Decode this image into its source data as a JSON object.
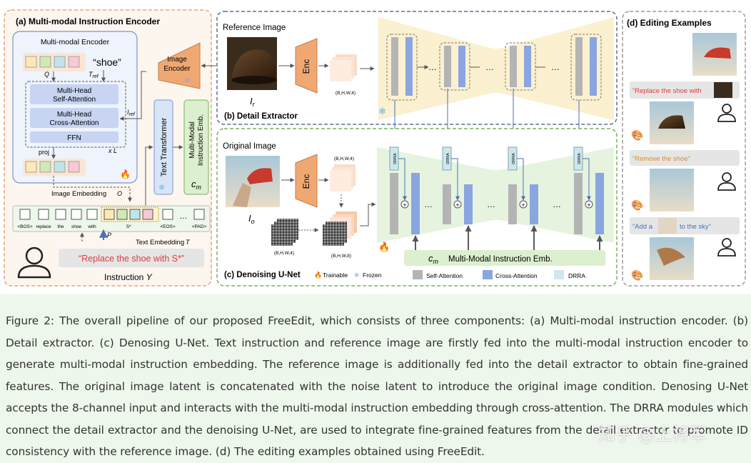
{
  "colors": {
    "background": "#eef7ec",
    "panel_a_border": "#e7a47a",
    "panel_b_border": "#5d6f9a",
    "panel_c_border": "#79b15d",
    "panel_d_border": "#9a9a9a",
    "encoder_box": "#f0a873",
    "self_attention": "#b4b4b4",
    "cross_attention": "#8aa6e0",
    "drra": "#cfe6ef",
    "instruction_text": "#d94040",
    "example_red": "#d94040",
    "example_orange": "#e08a2c",
    "example_blue": "#4a6fbf"
  },
  "panel_a": {
    "title": "(a) Multi-modal Instruction Encoder",
    "encoder_label": "Multi-modal Encoder",
    "shoe_token": "“shoe”",
    "q": "Q",
    "t_ref": "T",
    "t_ref_sub": "ref",
    "i_ref": "I",
    "i_ref_sub": "ref",
    "self_attn": [
      "Multi-Head",
      "Self-Attention"
    ],
    "cross_attn": [
      "Multi-Head",
      "Cross-Attention"
    ],
    "ffn": "FFN",
    "xl": "x L",
    "proj": "proj",
    "image_embedding": "Image Embedding",
    "o": "O",
    "image_encoder": [
      "Image",
      "Encoder"
    ],
    "text_transformer": "Text Transformer",
    "instruction_emb": [
      "Multi-Modal",
      "Instruction Emb."
    ],
    "cm": "c",
    "cm_sub": "m",
    "tokens": [
      "<BOS>",
      "replace",
      "the",
      "shoe",
      "with",
      "S*",
      "<EOS>",
      "…",
      "<PAD>"
    ],
    "p": "P",
    "text_embedding": "Text Embedding",
    "t": "T",
    "instruction_quote": "“Replace the  shoe with S*”",
    "instruction_label": "Instruction",
    "instruction_y": "Y"
  },
  "panel_b": {
    "reference_image": "Reference Image",
    "enc": "Enc",
    "shape": "(B,H,W,4)",
    "i_r": "I",
    "i_r_sub": "r",
    "title": "(b) Detail Extractor",
    "dots": "…"
  },
  "panel_c": {
    "original_image": "Original Image",
    "enc": "Enc",
    "shape_top": "(B,H,W,4)",
    "shape_noise": "(B,H,W,4)",
    "shape_concat": "(B,H,W,8)",
    "i_o": "I",
    "i_o_sub": "o",
    "title": "(c) Denoising U-Net",
    "drra": "DRRA",
    "plus": "+",
    "dots": "…",
    "cm": "c",
    "cm_sub": "m",
    "instruction_emb": "Multi-Modal Instruction Emb.",
    "legend_trainable": "Trainable",
    "legend_frozen": "Frozen",
    "legend_self": "Self-Attention",
    "legend_cross": "Cross-Attention",
    "legend_drra": "DRRA"
  },
  "panel_d": {
    "title": "(d) Editing Examples",
    "example1_prefix": "“Replace the  shoe with",
    "example2": "“Remove the shoe”",
    "example3_prefix": "“Add a",
    "example3_suffix": "to the sky”"
  },
  "caption": "Figure 2: The overall pipeline of our proposed FreeEdit, which consists of three components: (a) Multi-modal instruction encoder. (b) Detail extractor. (c) Denosing U-Net. Text instruction and reference image are firstly fed into the multi-modal instruction encoder to generate multi-modal instruction embedding. The reference image is additionally fed into the detail extractor to obtain fine-grained features. The original image latent is concatenated with the noise latent to introduce the original image condition. Denosing U-Net accepts the 8-channel input and interacts with the multi-modal instruction embedding through cross-attention. The DRRA modules which connect the detail extractor and the denoising U-Net, are used to integrate fine-grained features from the detail extractor to promote ID consistency with the reference image. (d) The editing examples obtained using FreeEdit.",
  "watermark": "知乎 @上将军"
}
